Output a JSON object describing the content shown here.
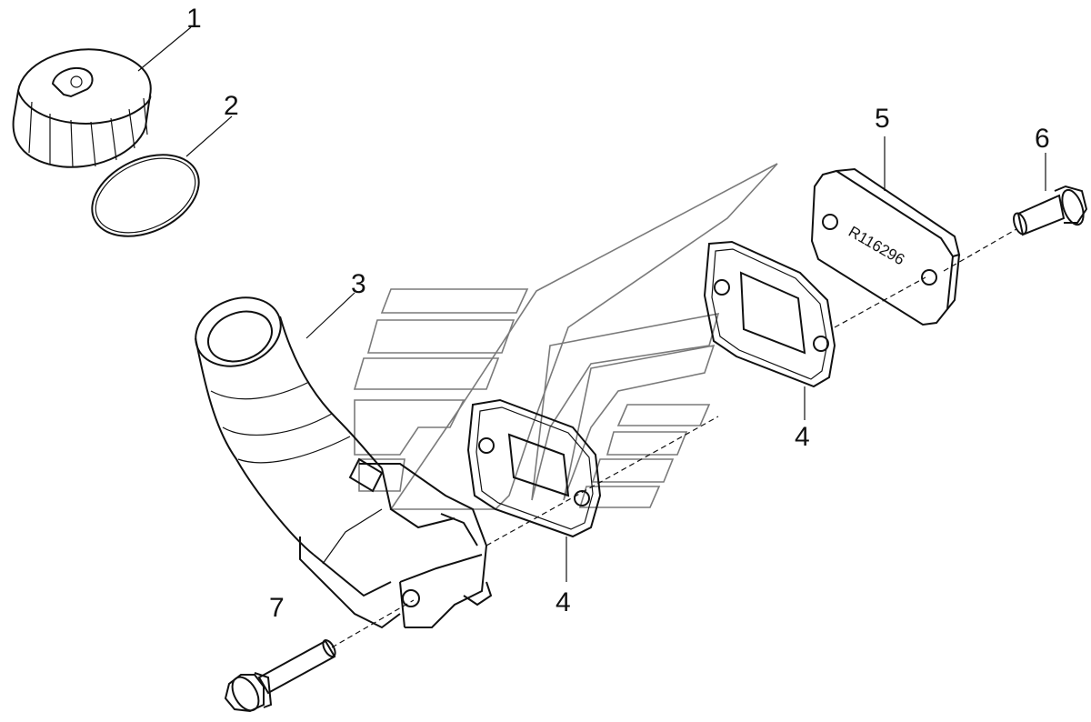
{
  "callouts": [
    {
      "id": "1",
      "label": "1"
    },
    {
      "id": "2",
      "label": "2"
    },
    {
      "id": "3",
      "label": "3"
    },
    {
      "id": "4a",
      "label": "4"
    },
    {
      "id": "4b",
      "label": "4"
    },
    {
      "id": "5",
      "label": "5"
    },
    {
      "id": "6",
      "label": "6"
    },
    {
      "id": "7",
      "label": "7"
    }
  ],
  "plate_marking": "R116296"
}
